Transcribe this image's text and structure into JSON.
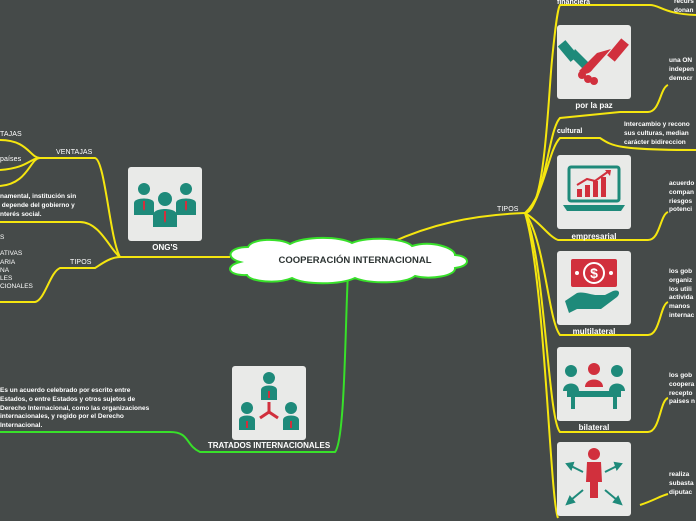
{
  "central": {
    "title": "COOPERACIÓN INTERNACIONAL"
  },
  "tipos": {
    "label": "TIPOS",
    "branches": [
      {
        "id": "financiera",
        "label": "financiera",
        "desc": "recurs\ndonan"
      },
      {
        "id": "paz",
        "label": "por la paz",
        "desc": "una ON\nindepen\ndemocr"
      },
      {
        "id": "cultural",
        "label": "cultural",
        "desc": "Intercambio y recono\nsus culturas, median\ncarácter bidireccion"
      },
      {
        "id": "empresarial",
        "label": "empresarial",
        "desc": "acuerdo\ncompan\nriesgos\npotenci"
      },
      {
        "id": "multilateral",
        "label": "multilateral",
        "desc": "los gob\norganiz\nlos utili\nactivida\nmanos\ninternac"
      },
      {
        "id": "bilateral",
        "label": "bilateral",
        "desc": "los gob\ncoopera\nrecepto\npaises n"
      },
      {
        "id": "tecnica",
        "label": "",
        "desc": "realiza\nsubasta\ndiputac"
      }
    ]
  },
  "ongs": {
    "label": "ONG'S",
    "ventajas_label": "VENTAJAS",
    "ventajas_items": [
      "TAJAS",
      "países"
    ],
    "definicion": "namental, institución sin\n depende del gobierno y\nnterés social.",
    "tipos_label": "TIPOS",
    "tipos_items": "S\n\nATIVAS\nARIA\nNA\nLES\nCIONALES"
  },
  "tratados": {
    "label": "TRATADOS INTERNACIONALES",
    "desc": "Es un acuerdo celebrado por escrito entre\nEstados, o entre Estados y otros sujetos de\nDerecho Internacional, como las organizaciones\ninternacionales, y regido por el Derecho\nInternacional."
  },
  "colors": {
    "background": "#454a49",
    "branch_yellow": "#f5e60f",
    "branch_green": "#38e02a",
    "center_fill": "#ffffff",
    "center_stroke": "#38e02a",
    "card": "#e9eae8",
    "icon_teal": "#1e8a7a",
    "icon_red": "#d1303d"
  }
}
